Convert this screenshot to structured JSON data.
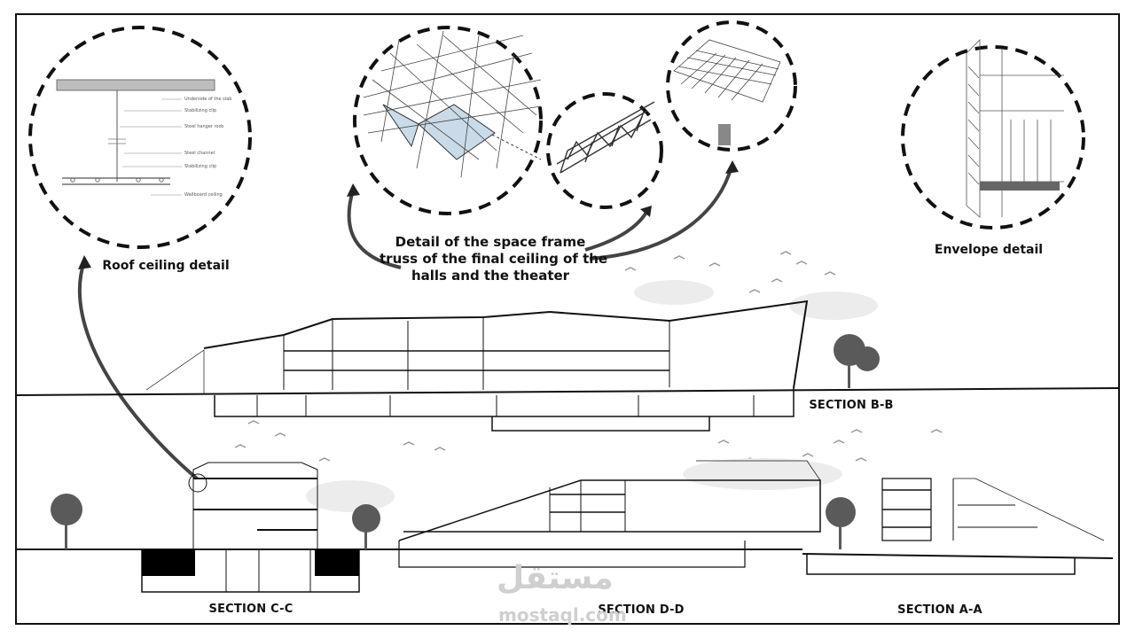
{
  "details": {
    "roof_ceiling": {
      "title": "Roof ceiling detail",
      "notes": [
        "Underside of the slab",
        "Stabilizing clip",
        "Steel hanger rods",
        "Steel channel",
        "Stabilizing clip",
        "Wallboard ceiling"
      ]
    },
    "space_frame": {
      "title_lines": [
        "Detail of the space frame",
        "truss of the final ceiling of the",
        "halls and the theater"
      ]
    },
    "envelope": {
      "title": "Envelope detail"
    }
  },
  "sections": {
    "b": "SECTION B-B",
    "c": "SECTION C-C",
    "d": "SECTION D-D",
    "a": "SECTION A-A"
  },
  "watermark": {
    "arabic": "مستقل",
    "latin": "mostaql.com"
  },
  "colors": {
    "line": "#111111",
    "glass": "#c9dbe8",
    "fill_dark": "#000000",
    "tree": "#555555"
  }
}
